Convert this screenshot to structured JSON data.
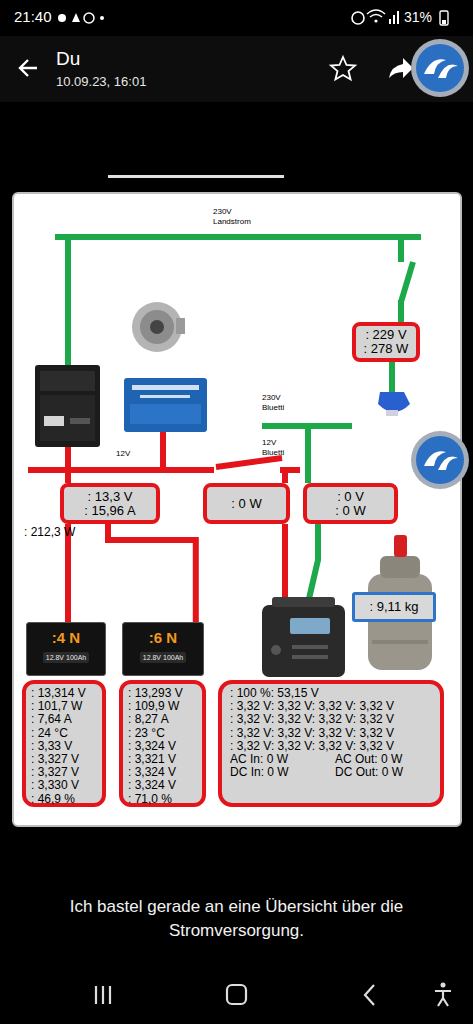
{
  "diagram": {
    "caption": "Ich bastel gerade an eine Übersicht über die Stromversorgung.",
    "nodes": [
      {
        "text": [
          ": 229 V",
          ": 278 W"
        ]
      },
      {
        "text": [
          ": 13,3 V",
          ": 15,96 A"
        ]
      },
      {
        "text": [
          ": 0 W"
        ]
      },
      {
        "text": [
          ": 0 V",
          ": 0 W"
        ]
      },
      {
        "text": [
          ": 9,11 kg"
        ]
      },
      {
        "text": [
          ":4 N",
          "12.8V 100Ah"
        ]
      },
      {
        "text": [
          ":6 N",
          "12.8V 100Ah"
        ]
      },
      {
        "text": [
          ": 13,314 V",
          ": 101,7 W",
          ": 7,64 A",
          ": 24 °C",
          ": 3,33 V",
          ": 3,327 V",
          ": 3,327 V",
          ": 3,330 V",
          ": 46,9 %"
        ]
      },
      {
        "text": [
          ": 13,293 V",
          ": 109,9 W",
          ": 8,27 A",
          ": 23 °C",
          ": 3,324 V",
          ": 3,321 V",
          ": 3,324 V",
          ": 3,324 V",
          ": 71,0 %"
        ]
      },
      {
        "text": [
          ": 100 %: 53,15 V",
          ": 3,32 V: 3,32 V: 3,32 V: 3,32 V",
          ": 3,32 V: 3,32 V: 3,32 V: 3,32 V",
          ": 3,32 V: 3,32 V: 3,32 V: 3,32 V",
          ": 3,32 V: 3,32 V: 3,32 V: 3,32 V",
          "AC In: 0 W",
          "AC Out: 0 W",
          "DC In: 0 W",
          "DC Out: 0 W"
        ]
      }
    ],
    "edges": [
      {
        "from": 1,
        "to": 5,
        "arrow": "none"
      },
      {
        "from": 1,
        "to": 6,
        "arrow": "none"
      }
    ],
    "labels": [
      "21:40",
      "31%",
      "Du",
      "10.09.23, 16:01",
      "230V Landstrom",
      "230V Bluetti",
      "12V",
      "12V Bluetti",
      ": 212,3 W"
    ]
  }
}
